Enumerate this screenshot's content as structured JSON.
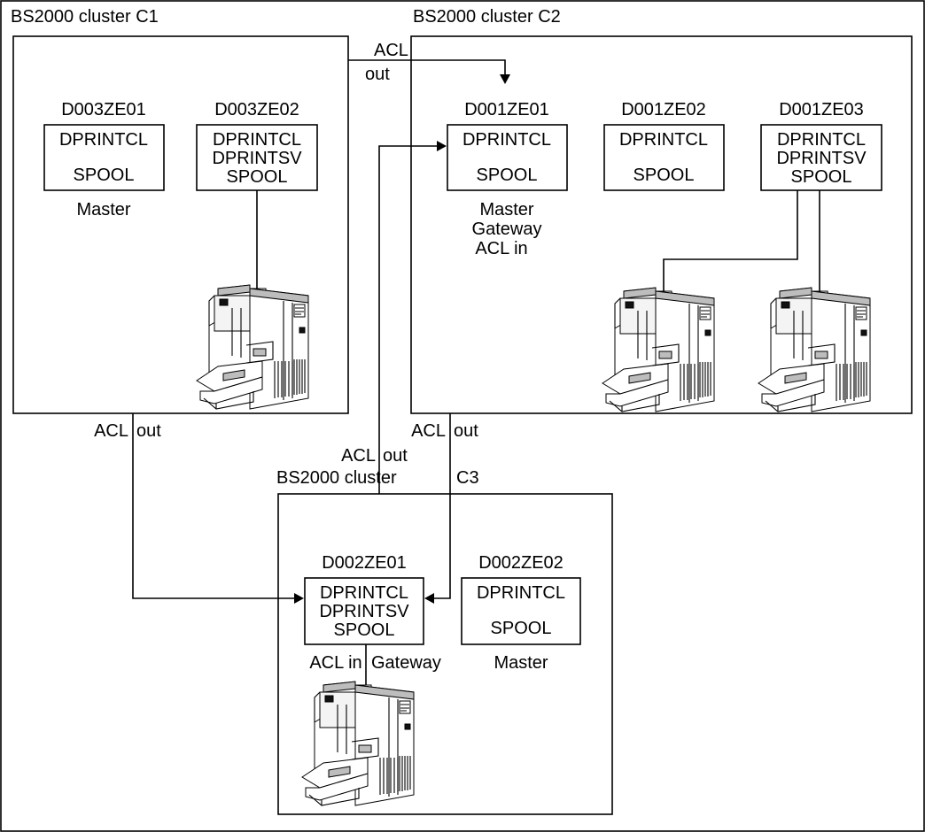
{
  "clusters": {
    "c1": {
      "title": "BS2000 cluster C1"
    },
    "c2": {
      "title": "BS2000 cluster C2"
    },
    "c3": {
      "title_left": "BS2000 cluster",
      "title_right": "C3"
    }
  },
  "systems": {
    "d003ze01": {
      "name": "D003ZE01",
      "line1": "DPRINTCL",
      "line2": "",
      "line3": "SPOOL",
      "role1": "Master"
    },
    "d003ze02": {
      "name": "D003ZE02",
      "line1": "DPRINTCL",
      "line2": "DPRINTSV",
      "line3": "SPOOL"
    },
    "d001ze01": {
      "name": "D001ZE01",
      "line1": "DPRINTCL",
      "line2": "",
      "line3": "SPOOL",
      "role1": "Master",
      "role2": "Gateway",
      "role3": "ACL in"
    },
    "d001ze02": {
      "name": "D001ZE02",
      "line1": "DPRINTCL",
      "line2": "",
      "line3": "SPOOL"
    },
    "d001ze03": {
      "name": "D001ZE03",
      "line1": "DPRINTCL",
      "line2": "DPRINTSV",
      "line3": "SPOOL"
    },
    "d002ze01": {
      "name": "D002ZE01",
      "line1": "DPRINTCL",
      "line2": "DPRINTSV",
      "line3": "SPOOL",
      "role_left": "ACL in",
      "role_right": "Gateway"
    },
    "d002ze02": {
      "name": "D002ZE02",
      "line1": "DPRINTCL",
      "line2": "",
      "line3": "SPOOL",
      "role1": "Master"
    }
  },
  "connections": {
    "c1_to_c2": {
      "acl": "ACL",
      "out": "out"
    },
    "c1_to_c3": {
      "acl": "ACL",
      "out": "out"
    },
    "c2_to_c3": {
      "acl": "ACL",
      "out": "out"
    },
    "c3_to_c2": {
      "acl": "ACL",
      "out": "out"
    }
  },
  "printer_icon": "printer-icon",
  "colors": {
    "line": "#000000",
    "background": "#ffffff",
    "printer_shade": "#bdbdbd"
  }
}
